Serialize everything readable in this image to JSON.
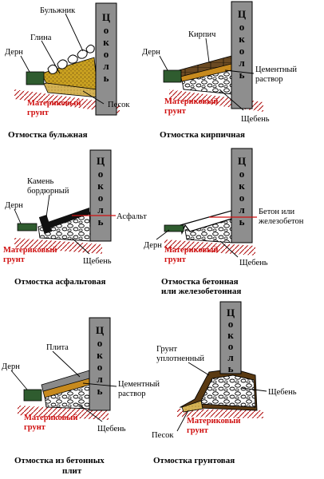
{
  "plinth": [
    "Ц",
    "о",
    "к",
    "о",
    "л",
    "ь"
  ],
  "panels": {
    "p1": {
      "caption": [
        "Отмостка бульжная"
      ],
      "labels": {
        "bulyzhnik": "Бульжник",
        "glina": "Глина",
        "dern": "Дерн",
        "pesok": "Песок",
        "grunt1": "Материковый",
        "grunt2": "грунт"
      }
    },
    "p2": {
      "caption": [
        "Отмостка кирпичная"
      ],
      "labels": {
        "kirpich": "Кирпич",
        "dern": "Дерн",
        "cement1": "Цементный",
        "cement2": "раствор",
        "grunt1": "Материковый",
        "grunt2": "грунт",
        "shcheben": "Щебень"
      }
    },
    "p3": {
      "caption": [
        "Отмостка асфальтовая"
      ],
      "labels": {
        "kamen1": "Камень",
        "kamen2": "бордюрный",
        "dern": "Дерн",
        "asfalt": "Асфальт",
        "grunt1": "Материковый",
        "grunt2": "грунт",
        "shcheben": "Щебень"
      }
    },
    "p4": {
      "caption": [
        "Отмостка бетонная",
        "или железобетонная"
      ],
      "labels": {
        "beton1": "Бетон или",
        "beton2": "железобетон",
        "dern": "Дерн",
        "grunt1": "Материковый",
        "grunt2": "грунт",
        "shcheben": "Щебень"
      }
    },
    "p5": {
      "caption": [
        "Отмостка из бетонных",
        "плит"
      ],
      "labels": {
        "plita": "Плита",
        "dern": "Дерн",
        "cement1": "Цементный",
        "cement2": "раствор",
        "grunt1": "Материковый",
        "grunt2": "грунт",
        "shcheben": "Щебень"
      }
    },
    "p6": {
      "caption": [
        "Отмостка грунтовая"
      ],
      "labels": {
        "grunt_upl1": "Грунт",
        "grunt_upl2": "уплотненный",
        "shcheben": "Щебень",
        "pesok": "Песок",
        "grunt1": "Материковый",
        "grunt2": "грунт"
      }
    }
  },
  "colors": {
    "plinth_fill": "#8e8e8e",
    "sod": "#2f5c2f",
    "clay": "#c8a020",
    "sand": "#d4b254",
    "mortar": "#c78a1e",
    "asphalt": "#111111",
    "gravel": "#ffffff",
    "soil_line": "#b01010",
    "red_text": "#d01010",
    "compacted_soil": "#5a3a12",
    "slab": "#8a8a8a"
  }
}
